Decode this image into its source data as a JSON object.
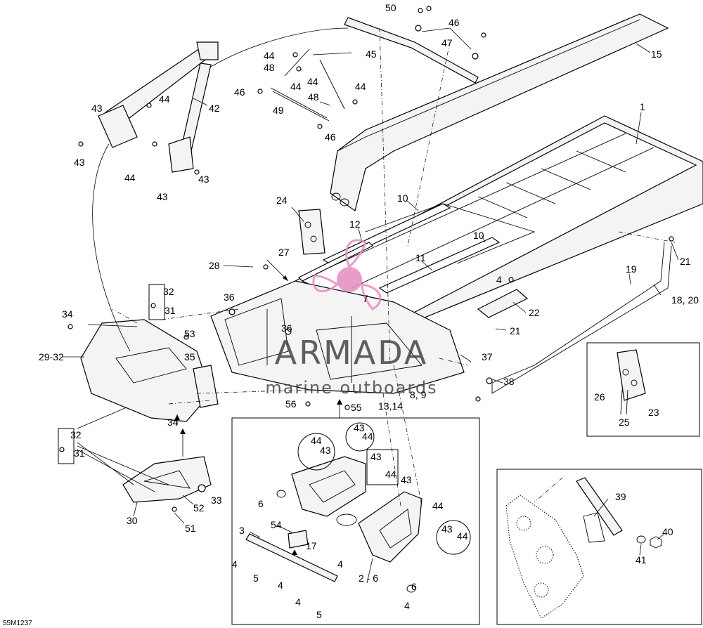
{
  "diagram": {
    "code": "55M1237",
    "labels": {
      "l1": "1",
      "l2_6": "2 - 6",
      "l3": "3",
      "l4a": "4",
      "l4b": "4",
      "l4c": "4",
      "l4d": "4",
      "l4e": "4",
      "l4f": "4",
      "l5a": "5",
      "l5b": "5",
      "l6a": "6",
      "l6b": "6",
      "l7": "7",
      "l8_9": "8, 9",
      "l10a": "10",
      "l10b": "10",
      "l11": "11",
      "l12": "12",
      "l13_14": "13,14",
      "l15": "15",
      "l17": "17",
      "l18_20": "18, 20",
      "l19": "19",
      "l21a": "21",
      "l21b": "21",
      "l22": "22",
      "l23": "23",
      "l24": "24",
      "l25": "25",
      "l26": "26",
      "l27": "27",
      "l28": "28",
      "l29_32": "29-32",
      "l30": "30",
      "l31a": "31",
      "l31b": "31",
      "l32a": "32",
      "l32b": "32",
      "l33": "33",
      "l34a": "34",
      "l34b": "34",
      "l35": "35",
      "l36a": "36",
      "l36b": "36",
      "l37": "37",
      "l38": "38",
      "l39": "39",
      "l40": "40",
      "l41": "41",
      "l42": "42",
      "l43a": "43",
      "l43b": "43",
      "l43c": "43",
      "l43d": "43",
      "l43e": "43",
      "l43f": "43",
      "l43g": "43",
      "l43h": "43",
      "l43i": "43",
      "l44a": "44",
      "l44b": "44",
      "l44c": "44",
      "l44d": "44",
      "l44e": "44",
      "l44f": "44",
      "l44g": "44",
      "l44h": "44",
      "l44i": "44",
      "l44j": "44",
      "l44k": "44",
      "l45": "45",
      "l46a": "46",
      "l46b": "46",
      "l46c": "46",
      "l47": "47",
      "l48a": "48",
      "l48b": "48",
      "l49": "49",
      "l50": "50",
      "l51": "51",
      "l52": "52",
      "l53": "53",
      "l54": "54",
      "l55": "55",
      "l56": "56"
    }
  },
  "watermark": {
    "brand": "ARMADA",
    "tagline": "marine outboards",
    "logo_color": "#e58cc0"
  }
}
